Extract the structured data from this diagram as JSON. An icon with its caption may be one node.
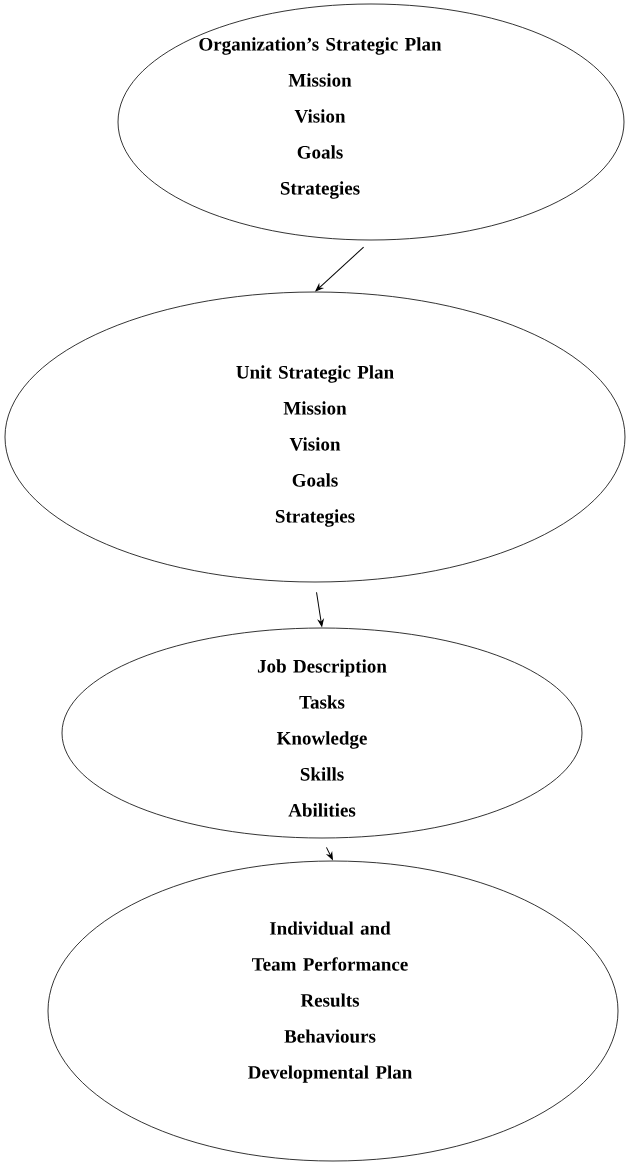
{
  "diagram": {
    "nodes": [
      {
        "text": [
          "Organization’s Strategic Plan",
          "Mission",
          "Vision",
          "Goals",
          "Strategies"
        ]
      },
      {
        "text": [
          "Unit Strategic Plan",
          "Mission",
          "Vision",
          "Goals",
          "Strategies"
        ]
      },
      {
        "text": [
          "Job Description",
          "Tasks",
          "Knowledge",
          "Skills",
          "Abilities"
        ]
      },
      {
        "text": [
          "Individual and Team Performance",
          "Results",
          "Behaviours",
          "Developmental Plan"
        ]
      }
    ],
    "edges": [
      {
        "from": 0,
        "to": 1,
        "arrow": "to"
      },
      {
        "from": 1,
        "to": 2,
        "arrow": "to"
      },
      {
        "from": 2,
        "to": 3,
        "arrow": "to"
      }
    ]
  }
}
